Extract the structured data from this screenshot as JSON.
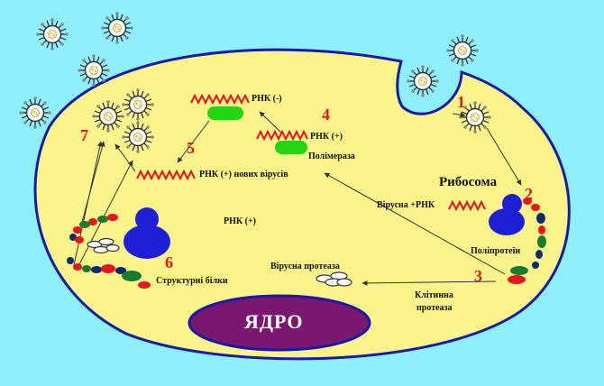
{
  "labels": {
    "rna_minus": "РНК (-)",
    "rna_plus_top": "РНК (+)",
    "polymerase": "Полімераза",
    "rna_new_viruses": "РНК (+) нових вірусів",
    "ribosome": "Рибосома",
    "viral_rna": "Вірусна +РНК",
    "rna_plus_center": "РНК (+)",
    "polyprotein": "Поліпротеїн",
    "viral_protease": "Вірусна протеаза",
    "cellular_protease_1": "Клітинна",
    "cellular_protease_2": "протеаза",
    "structural_proteins": "Структурні  білки",
    "nucleus": "ЯДРО"
  },
  "steps": [
    "1",
    "2",
    "3",
    "4",
    "5",
    "6",
    "7"
  ],
  "colors": {
    "background": "#8ef0fa",
    "cytoplasm": "#fbf48a",
    "membrane": "#1a1aa8",
    "nucleus": "#7a1870",
    "numbers": "#e8141e",
    "rna": "#e8141e",
    "polymerase": "#22d611",
    "ribosome": "#1f1fd6"
  }
}
